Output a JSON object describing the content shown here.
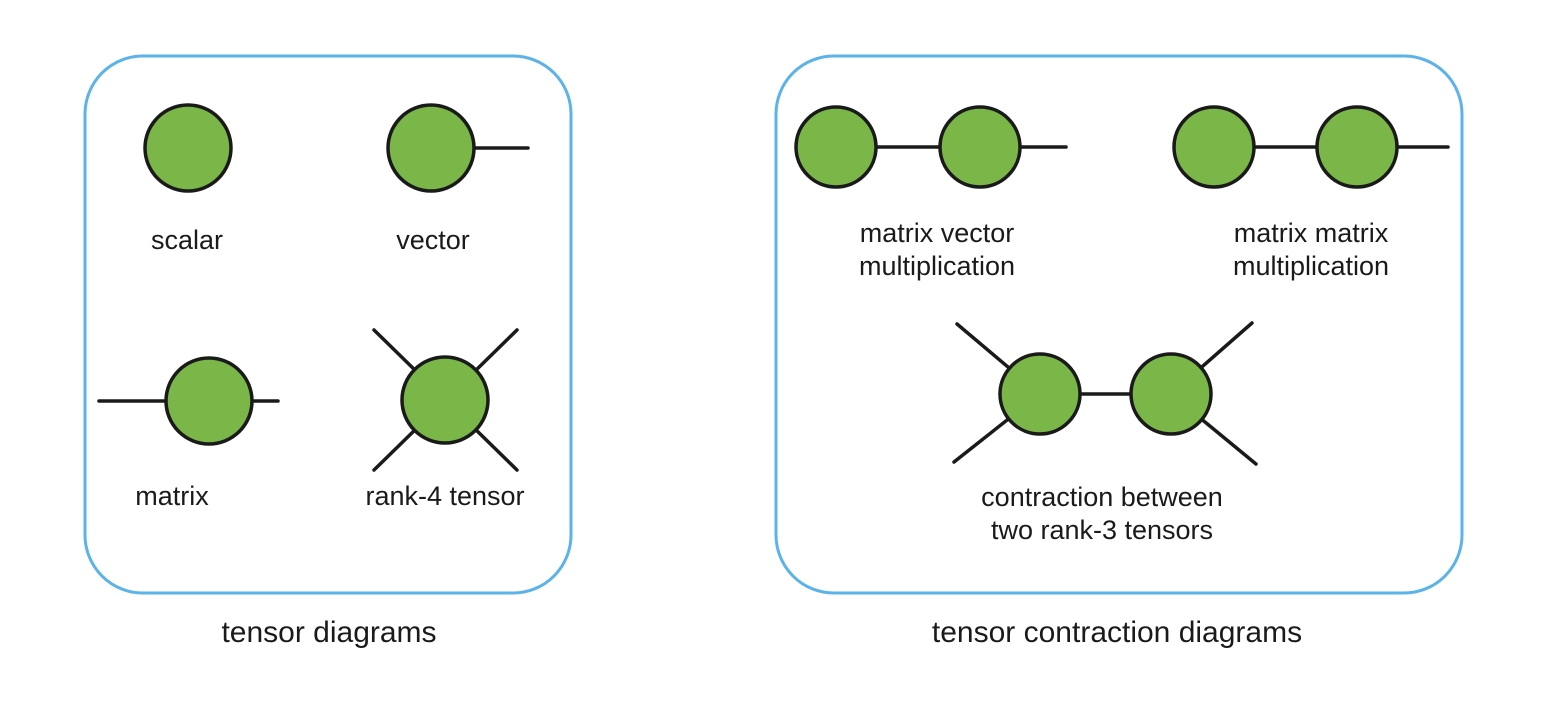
{
  "colors": {
    "background": "#ffffff",
    "panel_border": "#5cb3e8",
    "node_fill": "#7ab648",
    "node_stroke": "#1a1a1a",
    "line": "#1a1a1a",
    "text": "#1a1a1a"
  },
  "left_panel": {
    "caption": "tensor diagrams",
    "items": [
      {
        "label": "scalar"
      },
      {
        "label": "vector"
      },
      {
        "label": "matrix"
      },
      {
        "label": "rank-4 tensor"
      }
    ]
  },
  "right_panel": {
    "caption": "tensor contraction diagrams",
    "items": [
      {
        "label_line1": "matrix vector",
        "label_line2": "multiplication"
      },
      {
        "label_line1": "matrix matrix",
        "label_line2": "multiplication"
      },
      {
        "label_line1": "contraction between",
        "label_line2": "two rank-3 tensors"
      }
    ]
  }
}
